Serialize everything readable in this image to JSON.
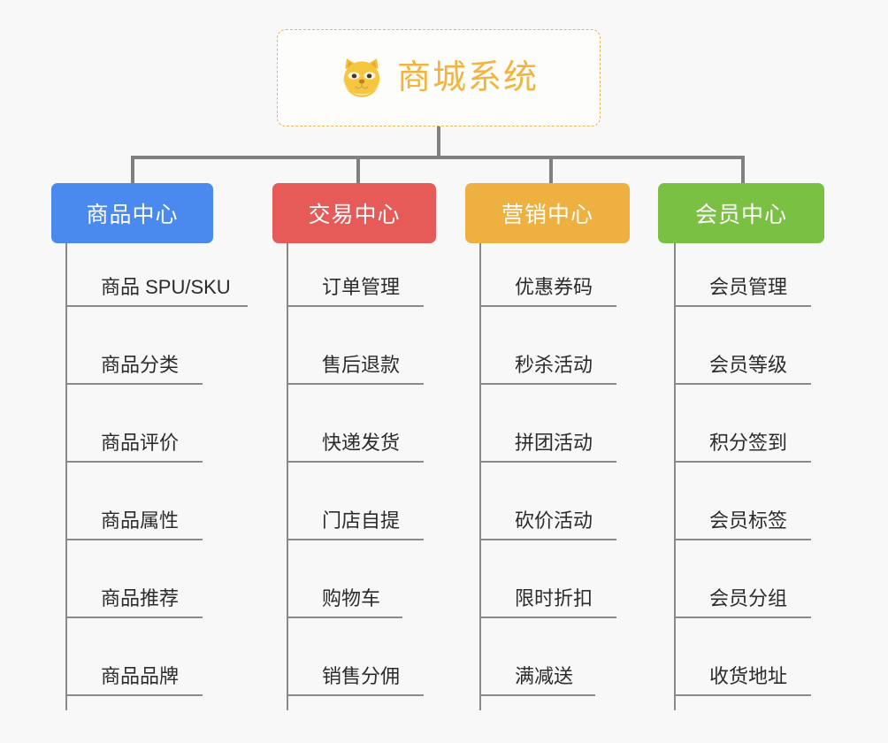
{
  "page": {
    "background_color": "#f8f8f8",
    "diagram_type": "org-chart"
  },
  "root": {
    "label": "商城系统",
    "icon": "shiba-dog-icon",
    "text_color": "#f0b43f",
    "border_color": "#e8b45a",
    "border_style": "dashed"
  },
  "columns": [
    {
      "id": "product-center",
      "label": "商品中心",
      "color": "#4a89ee",
      "items": [
        "商品 SPU/SKU",
        "商品分类",
        "商品评价",
        "商品属性",
        "商品推荐",
        "商品品牌"
      ]
    },
    {
      "id": "trade-center",
      "label": "交易中心",
      "color": "#e65a58",
      "items": [
        "订单管理",
        "售后退款",
        "快递发货",
        "门店自提",
        "购物车",
        "销售分佣"
      ]
    },
    {
      "id": "marketing-center",
      "label": "营销中心",
      "color": "#eeb040",
      "items": [
        "优惠券码",
        "秒杀活动",
        "拼团活动",
        "砍价活动",
        "限时折扣",
        "满减送"
      ]
    },
    {
      "id": "member-center",
      "label": "会员中心",
      "color": "#7ac143",
      "items": [
        "会员管理",
        "会员等级",
        "积分签到",
        "会员标签",
        "会员分组",
        "收货地址"
      ]
    }
  ],
  "connector": {
    "color": "#808080",
    "leaf_line_color": "#8a8a8a"
  }
}
